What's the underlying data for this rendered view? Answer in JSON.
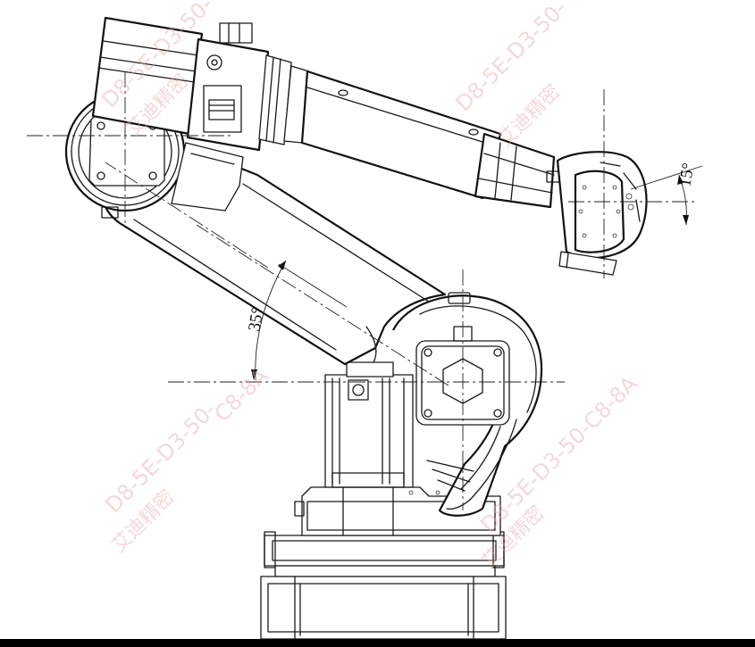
{
  "drawing": {
    "angle_wrist_label": "15°",
    "angle_arm_label": "35°",
    "watermark_code_1": "D8-5E-D3-50-",
    "watermark_code_2": "C8-8A",
    "watermark_code_3": "D8-5E-D3-50-C8-8A",
    "watermark_cn": "艾迪精密"
  },
  "colors": {
    "line": "#1a1a1a",
    "background": "#ffffff",
    "watermark": "#e9a9a9"
  }
}
